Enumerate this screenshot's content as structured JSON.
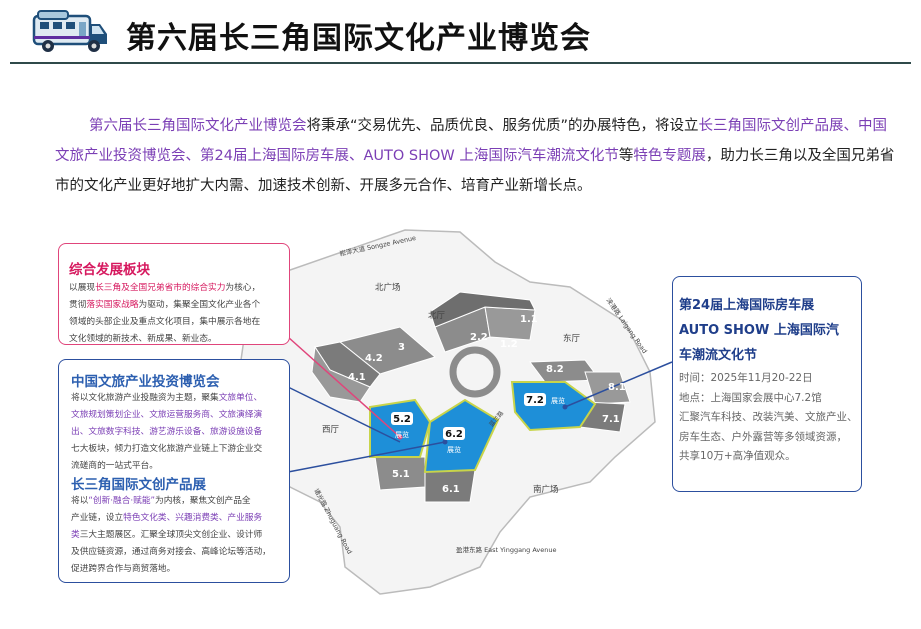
{
  "header": {
    "title": "第六届长三角国际文化产业博览会"
  },
  "intro": {
    "parts": [
      {
        "text": "第六届长三角国际文化产业博览会",
        "style": "hl"
      },
      {
        "text": "将秉承“交易优先、品质优良、服务优质”的办展特色，将设立",
        "style": ""
      },
      {
        "text": "长三角国际文创产品展、中国文旅产业投资博览会、第24届上海国际房车展、AUTO SHOW 上海国际汽车潮流文化节",
        "style": "hl"
      },
      {
        "text": "等",
        "style": ""
      },
      {
        "text": "特色专题展",
        "style": "hl"
      },
      {
        "text": "，助力长三角以及全国兄弟省市的文化产业更好地扩大内需、加速技术创新、开展多元合作、培育产业新增长点。",
        "style": ""
      }
    ]
  },
  "panel_general": {
    "title": "综合发展板块",
    "lines": [
      [
        {
          "t": "以展现"
        },
        {
          "t": "长三角及全国兄弟省市的综合实力",
          "c": "r"
        },
        {
          "t": "为核心，"
        }
      ],
      [
        {
          "t": "贯彻"
        },
        {
          "t": "落实国家战略",
          "c": "r"
        },
        {
          "t": "为驱动，集聚全国文化产业各个"
        }
      ],
      [
        {
          "t": "领域的头部企业及重点文化项目，集中展示各地在"
        }
      ],
      [
        {
          "t": "文化领域的新技术、新成果、新业态。"
        }
      ]
    ]
  },
  "panel_tourism": {
    "title": "中国文旅产业投资博览会",
    "lines": [
      [
        {
          "t": "将以文化旅游产业投融资为主题，聚集"
        },
        {
          "t": "文旅单位、",
          "c": "p"
        }
      ],
      [
        {
          "t": "文旅规划策划企业、文旅运营服务商、文旅演绎演",
          "c": "p"
        }
      ],
      [
        {
          "t": "出、文旅数字科技、游艺游乐设备、旅游设施设备",
          "c": "p"
        }
      ],
      [
        {
          "t": "七大板块，倾力打造文化旅游产业链上下游企业交"
        }
      ],
      [
        {
          "t": "流磋商的一站式平台。"
        }
      ]
    ]
  },
  "panel_creative": {
    "title": "长三角国际文创产品展",
    "lines": [
      [
        {
          "t": "将以"
        },
        {
          "t": "“创新·融合·赋能”",
          "c": "p"
        },
        {
          "t": "为内核，聚焦文创产品全"
        }
      ],
      [
        {
          "t": "产业链，设立"
        },
        {
          "t": "特色文化类、兴趣消费类、产业服务",
          "c": "p"
        }
      ],
      [
        {
          "t": "类",
          "c": "p"
        },
        {
          "t": "三大主题展区。汇聚全球顶尖文创企业、设计师"
        }
      ],
      [
        {
          "t": "及供应链资源，通过商务对接会、高峰论坛等活动，"
        }
      ],
      [
        {
          "t": "促进跨界合作与商贸落地。"
        }
      ]
    ]
  },
  "panel_rv": {
    "title_lines": [
      "第24届上海国际房车展",
      "AUTO SHOW 上海国际汽",
      "车潮流文化节"
    ],
    "body_lines": [
      "时间：2025年11月20-22日",
      "地点：上海国家会展中心7.2馆",
      "汇聚汽车科技、改装汽美、文旅产业、",
      "房车生态、户外露营等多领域资源，",
      "共享10万+高净值观众。"
    ]
  },
  "map": {
    "roads": {
      "north_cn": "崧泽大道",
      "north_en": "Songze Avenue",
      "south_cn": "盈港东路",
      "south_en": "East Yinggang Avenue",
      "east_cn": "涞港路",
      "east_en": "Laigang Road",
      "west_cn": "诸光路",
      "west_en": "Zhuguang Road",
      "center_cn": "蓝兰路"
    },
    "plazas": {
      "north_plaza": "北广场",
      "north_hall": "北厅",
      "east_hall": "东厅",
      "west_hall": "西厅",
      "south_plaza": "南广场"
    },
    "halls": [
      "3",
      "4.2",
      "4.1",
      "2.2",
      "1.2",
      "1.1",
      "8.2",
      "8.1",
      "7.1",
      "5.1",
      "6.1"
    ],
    "active_halls": [
      "5.2",
      "6.2",
      "7.2"
    ],
    "exhibit_label": "展览",
    "colors": {
      "hall_gray": "#8c8c8c",
      "hall_dark": "#6e6e6e",
      "active_blue": "#1e8fd8",
      "active_edge": "#c8d44a",
      "leader_pink": "#e0457b",
      "leader_blue": "#2c4f9e"
    }
  }
}
